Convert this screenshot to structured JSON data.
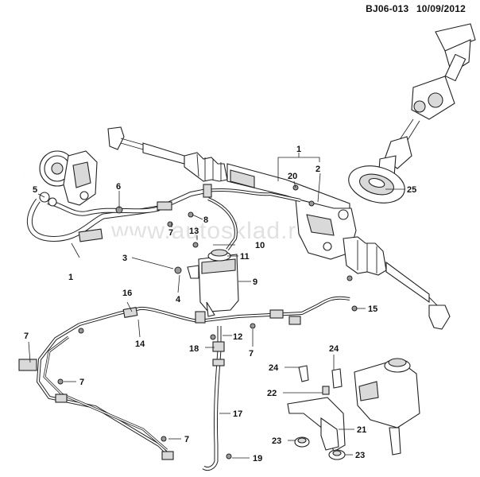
{
  "header": {
    "code": "BJ06-013",
    "date": "10/09/2012"
  },
  "watermark": "www.autosklad.ru",
  "callouts": {
    "c1a": "1",
    "c1b": "1",
    "c2": "2",
    "c3": "3",
    "c4": "4",
    "c5": "5",
    "c6": "6",
    "c7a": "7",
    "c7b": "7",
    "c7c": "7",
    "c7d": "7",
    "c7e": "7",
    "c8": "8",
    "c9": "9",
    "c10": "10",
    "c11": "11",
    "c12": "12",
    "c13": "13",
    "c14": "14",
    "c15": "15",
    "c16": "16",
    "c17": "17",
    "c18": "18",
    "c19": "19",
    "c20": "20",
    "c21": "21",
    "c22": "22",
    "c23a": "23",
    "c23b": "23",
    "c24a": "24",
    "c24b": "24",
    "c25": "25"
  }
}
